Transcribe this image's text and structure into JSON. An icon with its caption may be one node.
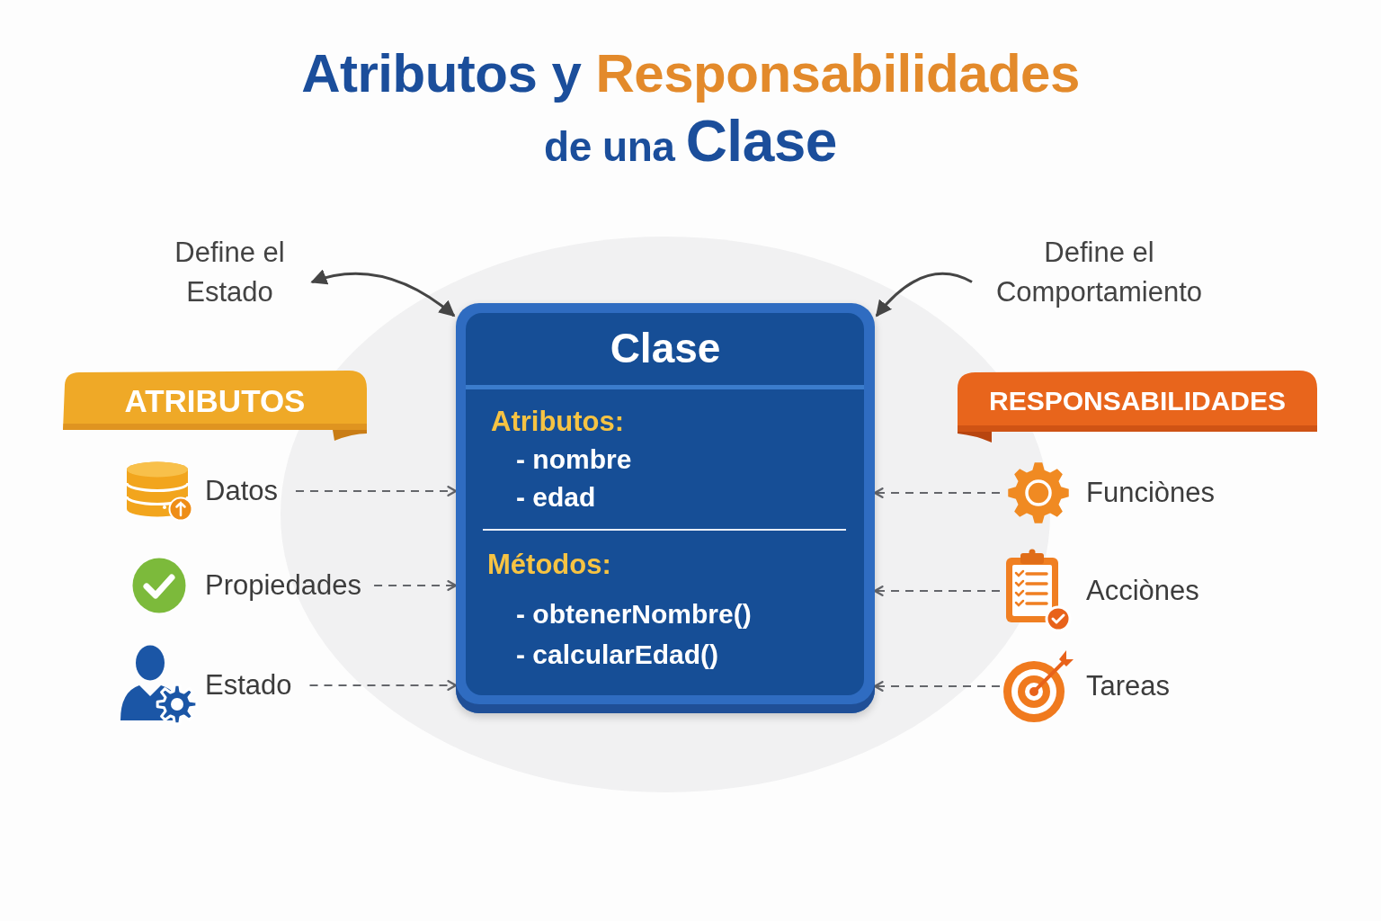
{
  "diagram": {
    "title": "Atributos y Responsabilidades de una Clase",
    "nodes": [
      {
        "text": [
          "Define el Estado"
        ]
      },
      {
        "text": [
          "Define el Comportamiento"
        ]
      },
      {
        "text": [
          "Clase"
        ]
      },
      {
        "text": [
          "Atributos:",
          "- nombre",
          "- edad"
        ],
        "in": 2
      },
      {
        "text": [
          "Métodos:",
          "- obtenerNombre()",
          "- calcularEdad()"
        ],
        "in": 2
      },
      {
        "text": [
          "ATRIBUTOS"
        ]
      },
      {
        "text": [
          "RESPONSABILIDADES"
        ]
      },
      {
        "text": [
          "Datos"
        ]
      },
      {
        "text": [
          "Propiedades"
        ]
      },
      {
        "text": [
          "Estado"
        ]
      },
      {
        "text": [
          "Funciònes"
        ]
      },
      {
        "text": [
          "Acciònes"
        ]
      },
      {
        "text": [
          "Tareas"
        ]
      }
    ],
    "edges": [
      {
        "from": 0,
        "to": 2,
        "arrow": "both"
      },
      {
        "from": 1,
        "to": 2,
        "arrow": "to"
      },
      {
        "from": 7,
        "to": 2,
        "arrow": "to",
        "style": "dashed"
      },
      {
        "from": 8,
        "to": 2,
        "arrow": "to",
        "style": "dashed"
      },
      {
        "from": 9,
        "to": 2,
        "arrow": "to",
        "style": "dashed"
      },
      {
        "from": 10,
        "to": 2,
        "arrow": "to",
        "style": "dashed"
      },
      {
        "from": 11,
        "to": 2,
        "arrow": "to",
        "style": "dashed"
      },
      {
        "from": 12,
        "to": 2,
        "arrow": "to",
        "style": "dashed"
      }
    ]
  }
}
